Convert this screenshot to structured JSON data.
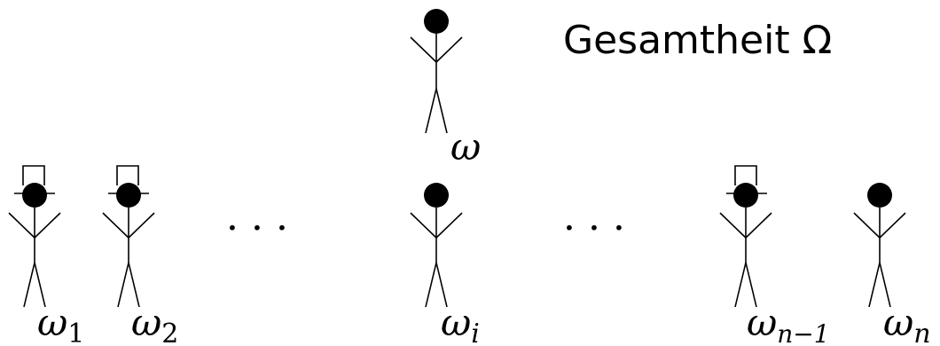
{
  "title": "Gesamtheit Ω",
  "figures": {
    "omega": {
      "base": "ω",
      "sub": "",
      "hat": false
    },
    "omega_1": {
      "base": "ω",
      "sub": "1",
      "hat": true
    },
    "omega_2": {
      "base": "ω",
      "sub": "2",
      "hat": true
    },
    "omega_i": {
      "base": "ω",
      "sub": "i",
      "hat": false
    },
    "omega_n_minus_1": {
      "base": "ω",
      "sub": "n−1",
      "hat": true
    },
    "omega_n": {
      "base": "ω",
      "sub": "n",
      "hat": false
    }
  },
  "ellipsis": "· · ·"
}
